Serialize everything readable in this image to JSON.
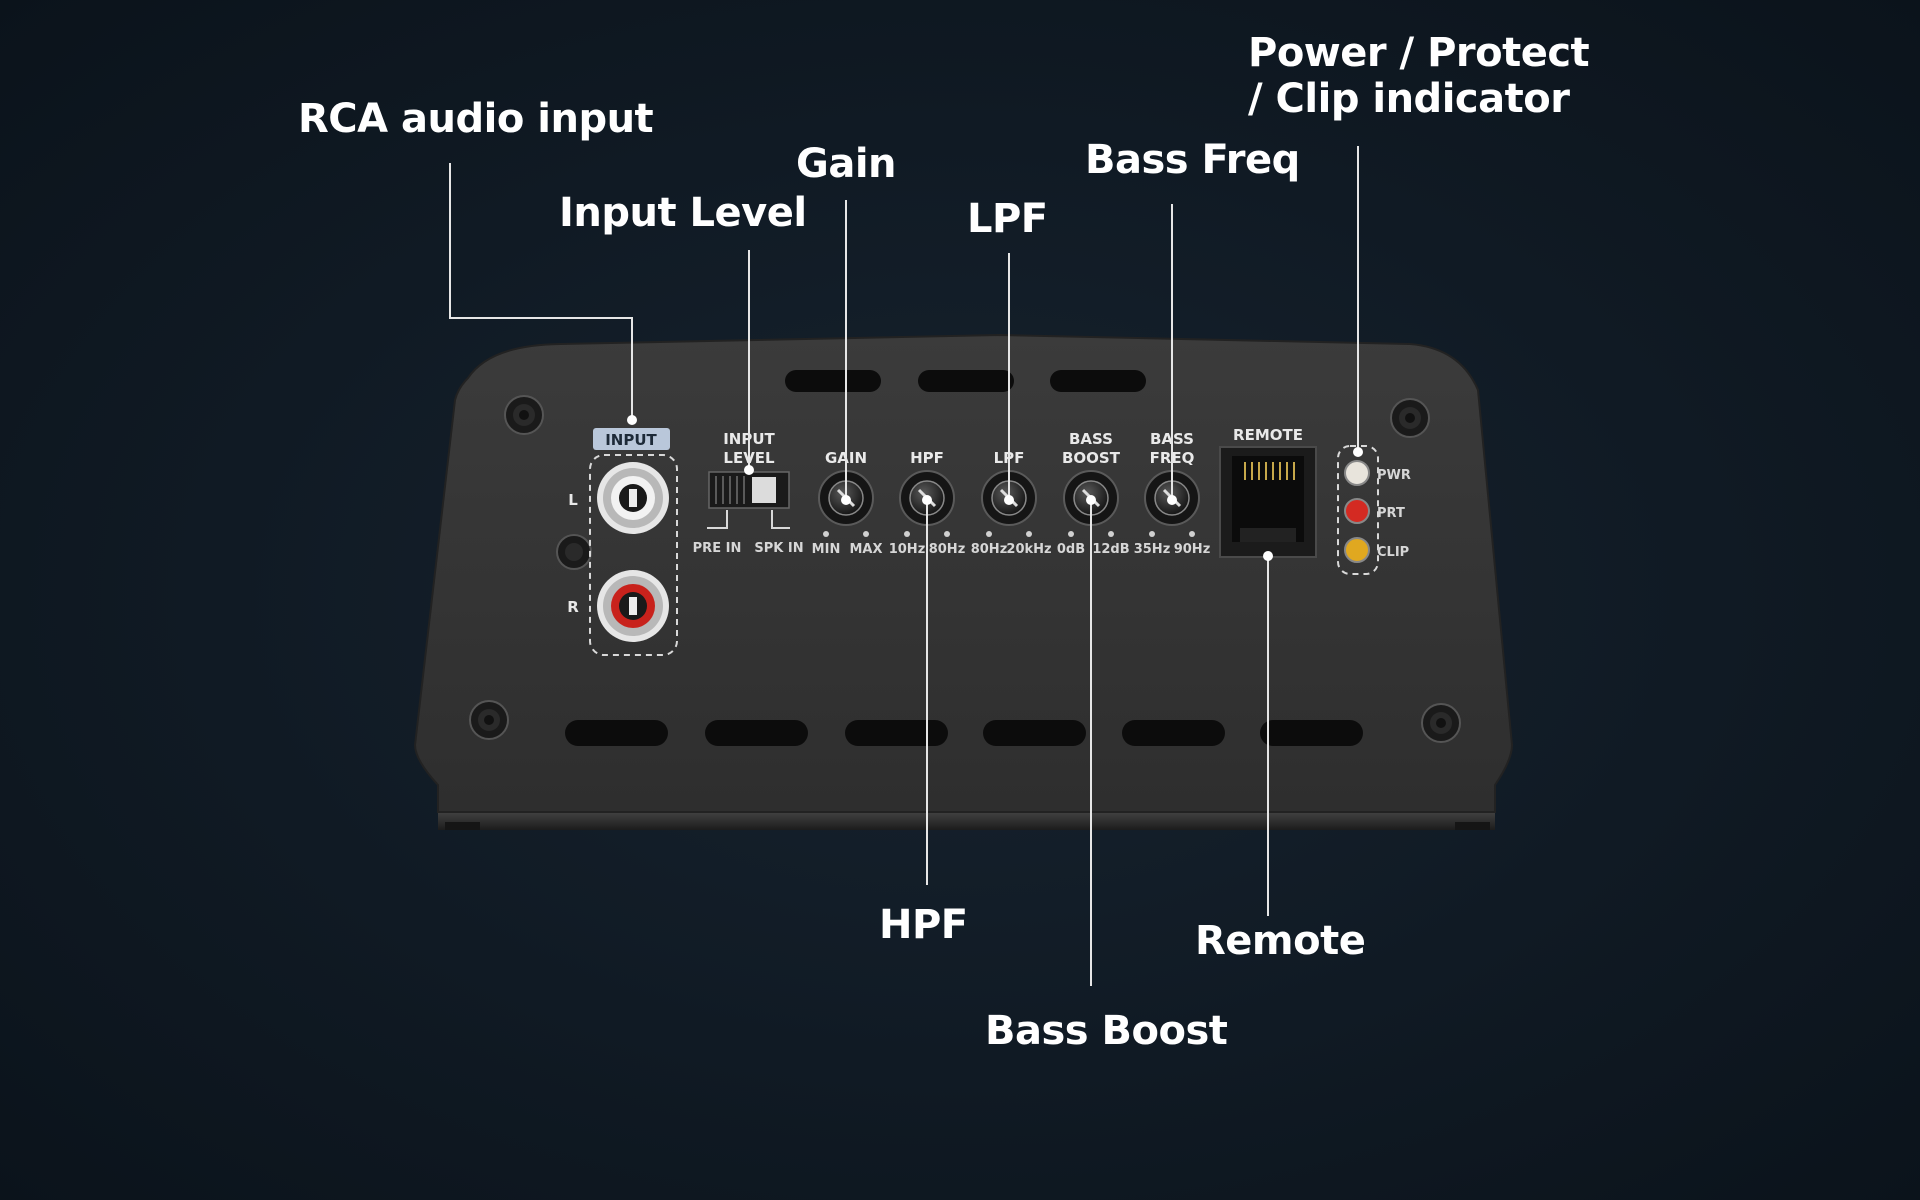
{
  "callouts": {
    "rca": "RCA audio input",
    "input_level": "Input Level",
    "gain": "Gain",
    "lpf": "LPF",
    "bass_freq": "Bass Freq",
    "power_line1": "Power / Protect",
    "power_line2": "/ Clip indicator",
    "hpf": "HPF",
    "bass_boost": "Bass Boost",
    "remote": "Remote"
  },
  "panel": {
    "input_badge": "INPUT",
    "ch_left": "L",
    "ch_right": "R",
    "input_level_line1": "INPUT",
    "input_level_line2": "LEVEL",
    "pre_in": "PRE IN",
    "spk_in": "SPK IN",
    "knobs": [
      {
        "title1": "",
        "title2": "GAIN",
        "min": "MIN",
        "max": "MAX"
      },
      {
        "title1": "",
        "title2": "HPF",
        "min": "10Hz",
        "max": "80Hz"
      },
      {
        "title1": "",
        "title2": "LPF",
        "min": "80Hz",
        "max": "20kHz"
      },
      {
        "title1": "BASS",
        "title2": "BOOST",
        "min": "0dB",
        "max": "12dB"
      },
      {
        "title1": "BASS",
        "title2": "FREQ",
        "min": "35Hz",
        "max": "90Hz"
      }
    ],
    "remote_label": "REMOTE",
    "leds": [
      {
        "label": "PWR",
        "color": "#e8e4dc"
      },
      {
        "label": "PRT",
        "color": "#d42a22"
      },
      {
        "label": "CLIP",
        "color": "#e0a820"
      }
    ]
  },
  "colors": {
    "panel": "#343434",
    "panel_edge": "#1f1f1f",
    "leader_line": "#e6e6e6",
    "rca_red": "#c8221c"
  }
}
